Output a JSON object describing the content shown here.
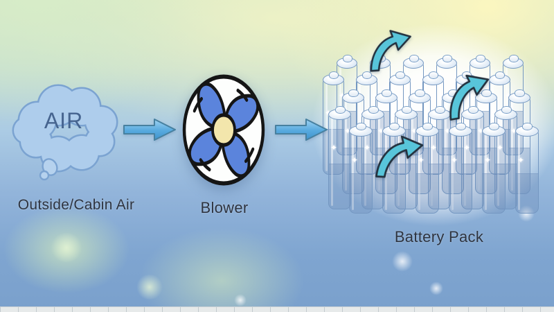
{
  "diagram": {
    "description": "Air cooling flow diagram for an EV battery pack",
    "labels": {
      "air_cloud": "AIR",
      "air_caption": "Outside/Cabin Air",
      "blower_caption": "Blower",
      "battery_caption": "Battery Pack"
    },
    "flow": [
      {
        "from": "outside-cabin-air",
        "to": "blower"
      },
      {
        "from": "blower",
        "to": "battery-pack"
      }
    ],
    "battery_pack": {
      "rows": 5,
      "columns": 6
    },
    "airflow_arrows": 3
  },
  "icons": {
    "cloud": "air-cloud-icon",
    "fan": "blower-fan-icon",
    "battery": "battery-cell-icon",
    "straight_arrow": "flow-arrow-icon",
    "curved_arrow": "airflow-arrow-icon"
  },
  "colors": {
    "cloud_fill": "#aecdec",
    "cloud_stroke": "#7ba3d1",
    "air_text": "#46648f",
    "arrow_fill_top": "#9ed3f2",
    "arrow_fill_bottom": "#3f93cc",
    "arrow_stroke": "#47809f",
    "fan_blade": "#5b84dc",
    "fan_hub": "#f3e6ac",
    "fan_outline": "#151515",
    "battery_body": "#b4cde9",
    "battery_outline": "#7497c1",
    "curved_arrow_fill": "#58c5da",
    "curved_arrow_stroke": "#24323f",
    "caption_text": "#2e3440"
  }
}
